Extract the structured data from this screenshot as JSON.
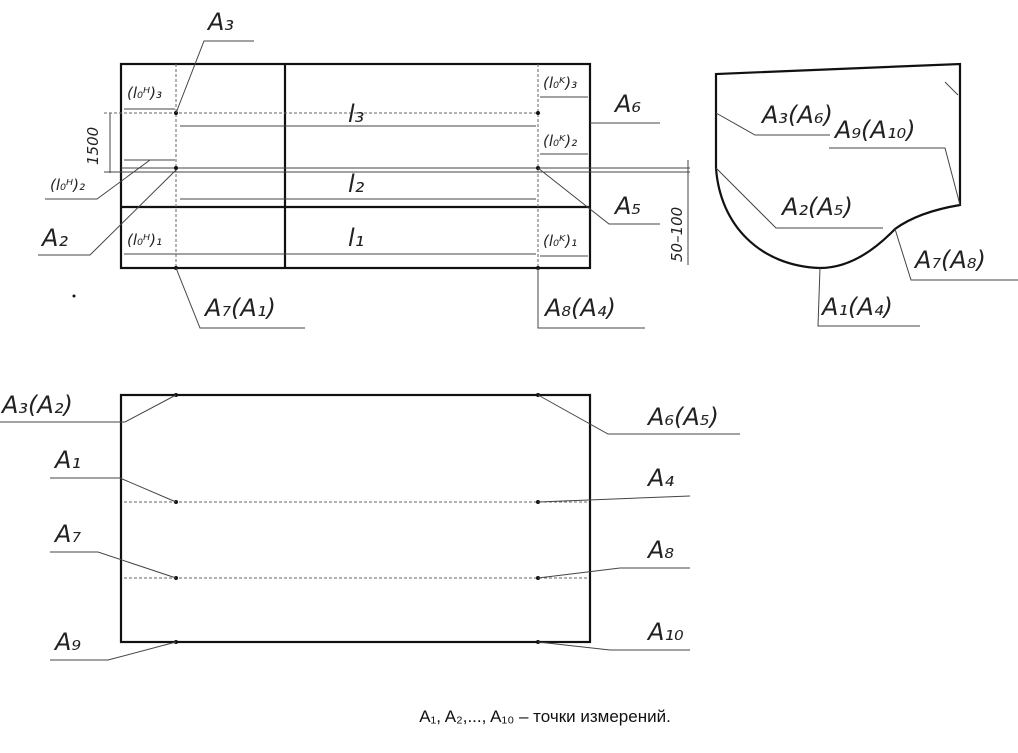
{
  "top_view": {
    "labels": {
      "a3": "A₃",
      "a2": "A₂",
      "a6": "A₆",
      "a5": "A₅",
      "a7a1": "A₇(A₁)",
      "a8a4": "A₈(A₄)",
      "l1": "l₁",
      "l2": "l₂",
      "l3": "l₃",
      "l0h3": "(l₀ᴴ)₃",
      "l0h2": "(l₀ᴴ)₂",
      "l0h1": "(l₀ᴴ)₁",
      "l0k3": "(l₀ᴷ)₃",
      "l0k2": "(l₀ᴷ)₂",
      "l0k1": "(l₀ᴷ)₁",
      "dim1500": "1500",
      "dim50_100": "50–100"
    }
  },
  "section_view": {
    "labels": {
      "a3a6": "A₃(A₆)",
      "a9a10": "A₉(A₁₀)",
      "a2a5": "A₂(A₅)",
      "a7a8": "A₇(A₈)",
      "a1a4": "A₁(A₄)"
    }
  },
  "plan_view": {
    "labels": {
      "a3a2": "A₃(A₂)",
      "a1": "A₁",
      "a7": "A₇",
      "a9": "A₉",
      "a6a5": "A₆(A₅)",
      "a4": "A₄",
      "a8": "A₈",
      "a10": "A₁₀"
    }
  },
  "caption": "A₁, A₂,..., A₁₀ – точки измерений."
}
